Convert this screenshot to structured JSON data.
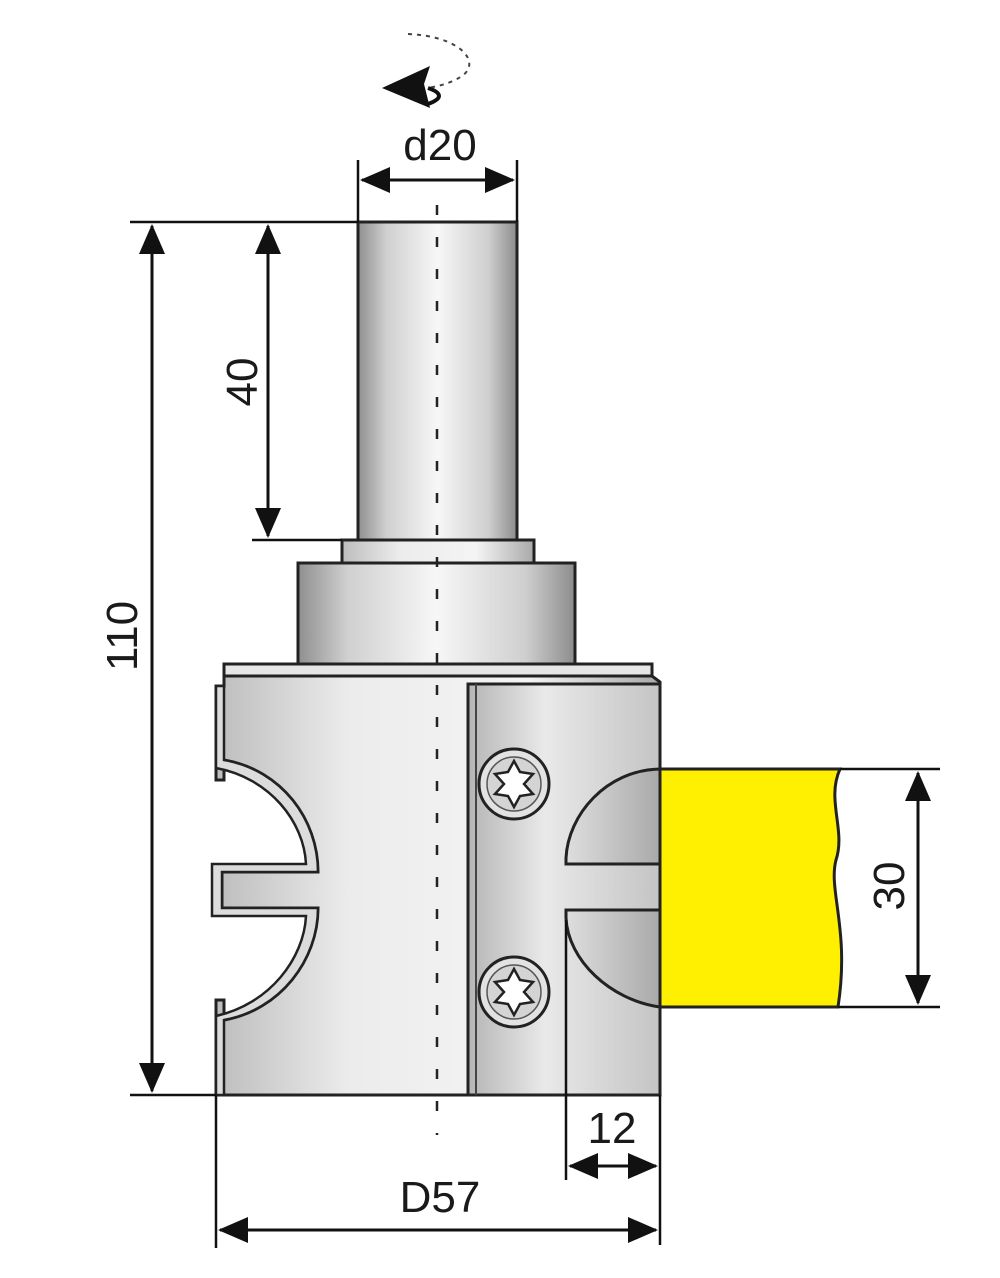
{
  "dimensions": {
    "shank_diameter": "d20",
    "shank_length": "40",
    "total_length": "110",
    "cutter_diameter": "D57",
    "depth": "12",
    "workpiece_thickness": "30"
  },
  "colors": {
    "workpiece": "#ffef00",
    "steel_light": "#f3f3f3",
    "steel_mid": "#d2d2d2",
    "steel_dark": "#9a9a9a",
    "line": "#111111"
  },
  "icons": {
    "rotation": "rotation-arrow-icon",
    "screw": "torx-screw-icon"
  }
}
